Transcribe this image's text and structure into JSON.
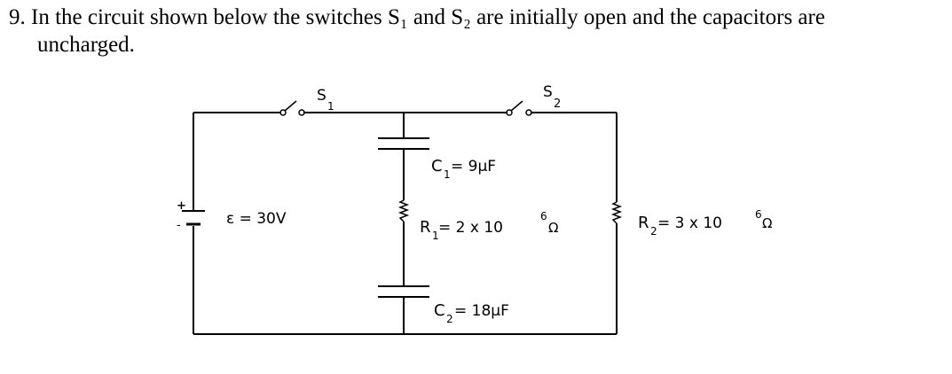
{
  "problem": {
    "number": "9.",
    "text_line1": "In the circuit shown below the switches S₁ and S₂ are initially open and the capacitors are",
    "text_line2": "uncharged."
  },
  "circuit": {
    "switch1_label": "S",
    "switch1_sub": "1",
    "switch2_label": "S",
    "switch2_sub": "2",
    "battery_plus": "+",
    "emf_label": "ε = 30V",
    "c1_letter": "C",
    "c1_sub": "1",
    "c1_value": " = 9µF",
    "r1_letter": "R",
    "r1_sub": "1",
    "r1_value": " = 2 x 10",
    "r1_exp": "6",
    "r1_unit": "Ω",
    "r2_letter": "R",
    "r2_sub": "2",
    "r2_value": " = 3 x 10",
    "r2_exp": "6",
    "r2_unit": "Ω",
    "c2_letter": "C",
    "c2_sub": "2",
    "c2_value": " = 18µF"
  }
}
